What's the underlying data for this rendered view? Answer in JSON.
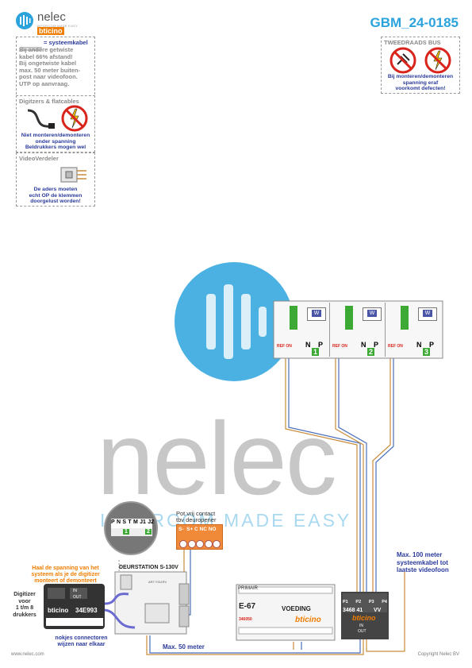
{
  "header": {
    "brand": "nelec",
    "brand_tagline": "INTERCOM MADE EASY",
    "partner": "bticino",
    "doc_code": "GBM_24-0185"
  },
  "notes": {
    "cable": {
      "title": "= systeemkabel",
      "lines": [
        "Bij andere getwiste",
        "kabel 66% afstand!",
        "Bij ongetwiste kabel",
        "max. 50 meter buiten-",
        "post naar videofoon.",
        "UTP op aanvraag."
      ]
    },
    "digitizers": {
      "title": "Digitzers & flatcables",
      "lines": [
        "Niet monteren/demonteren",
        "onder spanning",
        "Beldrukkers mogen wel"
      ]
    },
    "videoverdeler": {
      "title": "VideoVerdeler",
      "lines": [
        "De aders moeten",
        "echt OP de klemmen",
        "doorgelust worden!"
      ]
    },
    "bus": {
      "title": "TWEEDRAADS BUS",
      "lines": [
        "Bij monteren/demonteren",
        "spanning eraf",
        "voorkomt defecten!"
      ]
    }
  },
  "watermark": {
    "word": "nelec",
    "tagline": "INTERCOM MADE EASY"
  },
  "monitors": [
    {
      "id": "1",
      "ref": "REF ON",
      "n": "N",
      "p": "P",
      "screen": "W"
    },
    {
      "id": "2",
      "ref": "REF ON",
      "n": "N",
      "p": "P",
      "screen": "W"
    },
    {
      "id": "3",
      "ref": "REF ON",
      "n": "N",
      "p": "P",
      "screen": "W"
    }
  ],
  "door_station": {
    "label": "DEURSTATION S-130V",
    "terminals": [
      "P",
      "N",
      "S",
      "T",
      "M",
      "J1",
      "J2"
    ],
    "switch_labels": [
      "1",
      "2"
    ],
    "art": "ART.Y311RV"
  },
  "relay": {
    "label_line1": "Pot.vrij contact",
    "label_line2": "tbv deuropener",
    "terminals": "S-  S+ C NC NO"
  },
  "digitizer": {
    "note_line1": "Haal de spanning van het",
    "note_line2": "systeem als je de digitizer",
    "note_line3": "monteert of demonteert",
    "side_line1": "Digitizer",
    "side_line2": "voor",
    "side_line3": "1 t/m 8",
    "side_line4": "drukkers",
    "model": "34E993",
    "in_label": "IN",
    "out_label": "OUT",
    "bottom_line1": "nokjes connectoren",
    "bottom_line2": "wijzen naar elkaar"
  },
  "power_supply": {
    "primair": "PRIMAIR",
    "model": "E-67",
    "name": "VOEDING",
    "art": "346050",
    "brand": "bticino"
  },
  "distributor": {
    "ports": [
      "P1",
      "P2",
      "P3",
      "P4"
    ],
    "model": "3468 41",
    "vv": "VV",
    "brand": "bticino",
    "in": "IN",
    "out": "OUT"
  },
  "labels": {
    "max50": "Max. 50 meter",
    "max100_1": "Max. 100 meter",
    "max100_2": "systeemkabel tot",
    "max100_3": "laatste videofoon"
  },
  "footer": {
    "website": "www.nelec.com",
    "copyright": "Copyright Nelec BV"
  },
  "colors": {
    "accent_blue": "#2aa3dd",
    "brand_orange": "#ef7d00",
    "text_blue": "#2b3b9b",
    "warning_red": "#d9241b",
    "terminal_green": "#3da935"
  }
}
